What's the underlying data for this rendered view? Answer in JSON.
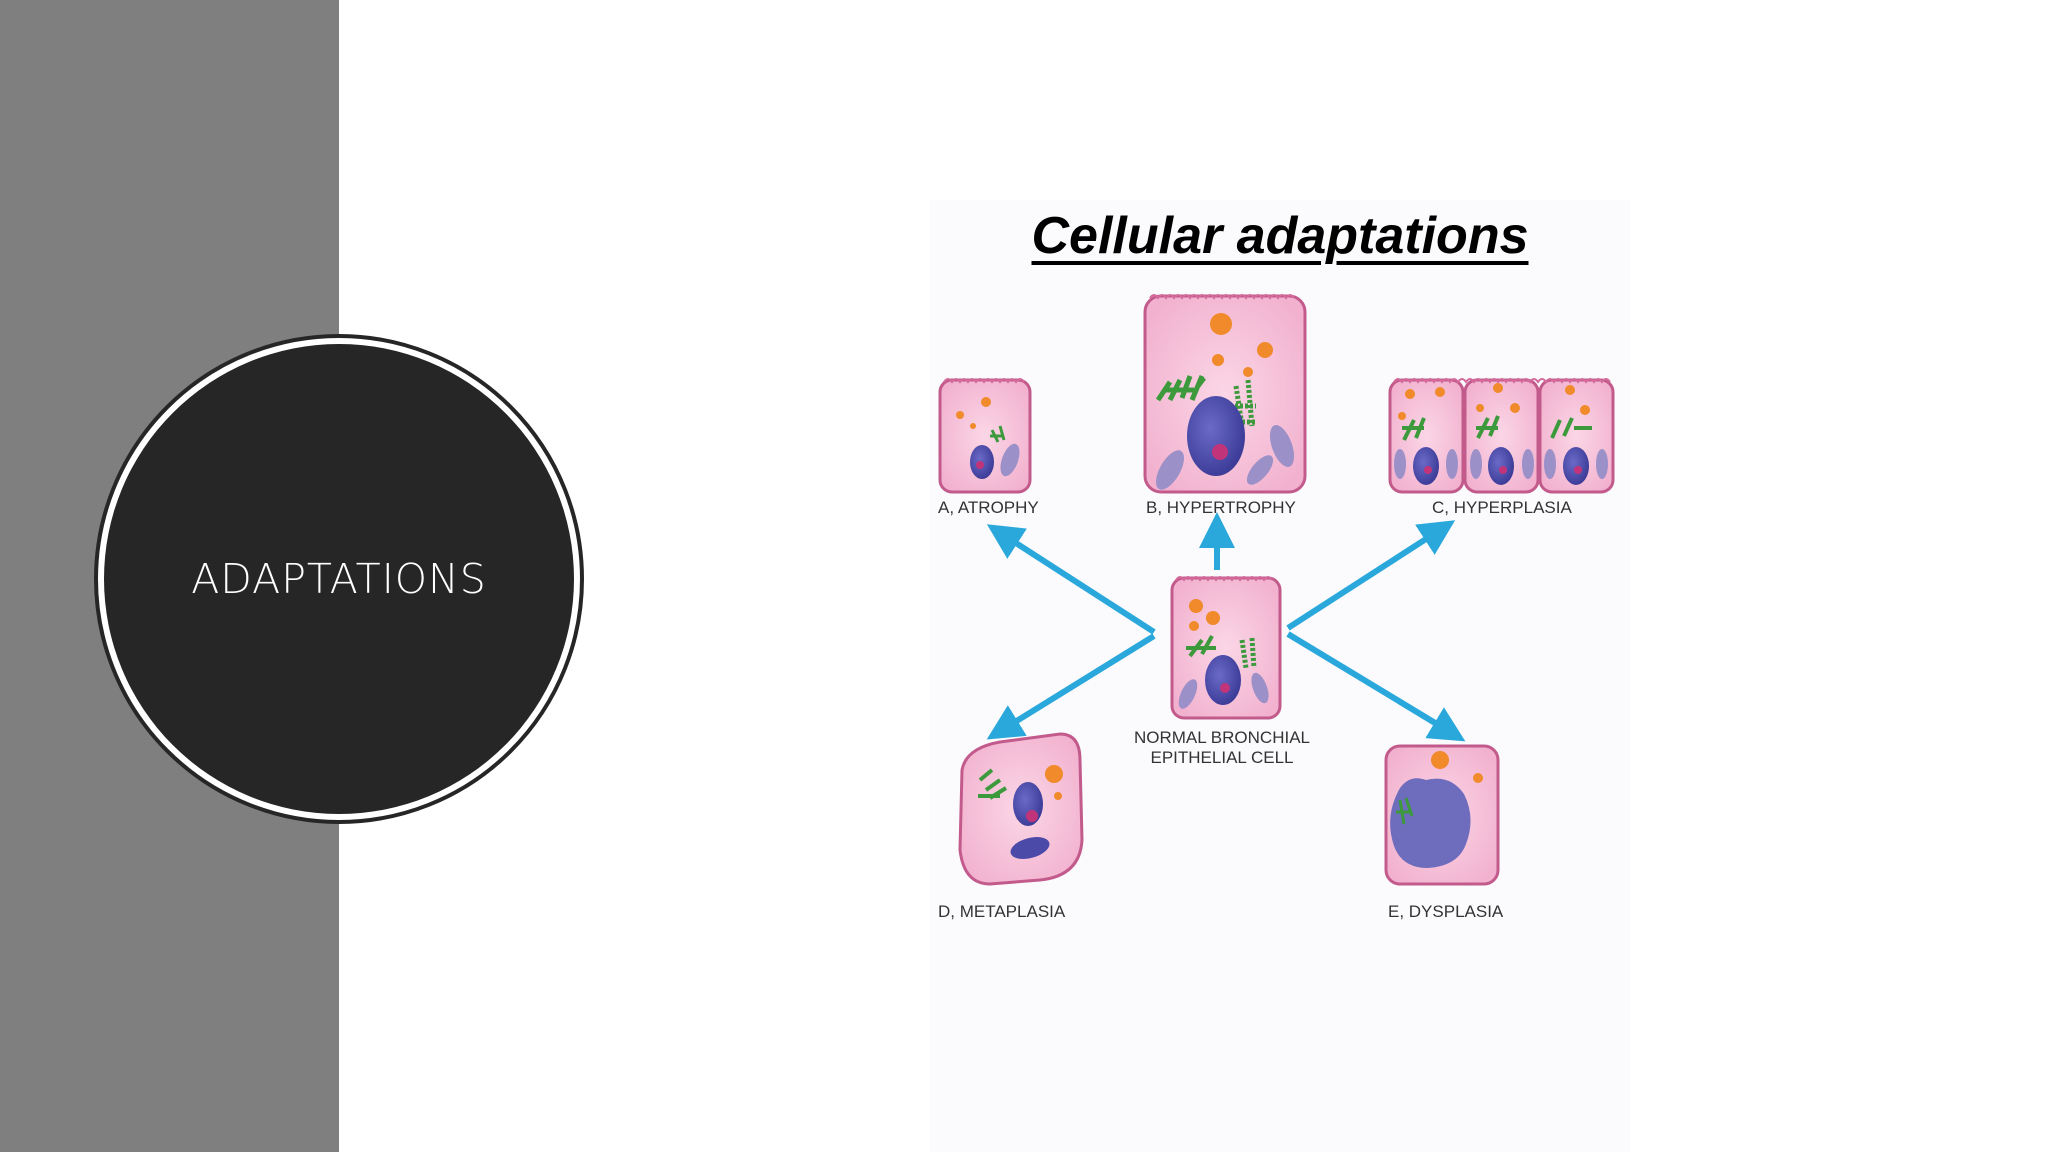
{
  "slide": {
    "section_title": "ADAPTATIONS",
    "colors": {
      "side_band": "#7f7f7f",
      "circle_fill": "#262626",
      "arrow": "#2aa8dc",
      "cell_fill": "#f4bcd6",
      "cell_border": "#c25b8c",
      "nucleus": "#4b4aa8",
      "granule": "#f08a2a",
      "fibril": "#3c9a3c"
    }
  },
  "figure": {
    "title": "Cellular adaptations",
    "labels": {
      "atrophy": "A, ATROPHY",
      "hypertrophy": "B, HYPERTROPHY",
      "hyperplasia": "C, HYPERPLASIA",
      "normal_line1": "NORMAL BRONCHIAL",
      "normal_line2": "EPITHELIAL CELL",
      "metaplasia": "D, METAPLASIA",
      "dysplasia": "E, DYSPLASIA"
    },
    "icons": [
      "atrophy-cell-icon",
      "hypertrophy-cell-icon",
      "hyperplasia-cells-icon",
      "normal-cell-icon",
      "metaplasia-cell-icon",
      "dysplasia-cell-icon",
      "arrow-icon"
    ]
  }
}
